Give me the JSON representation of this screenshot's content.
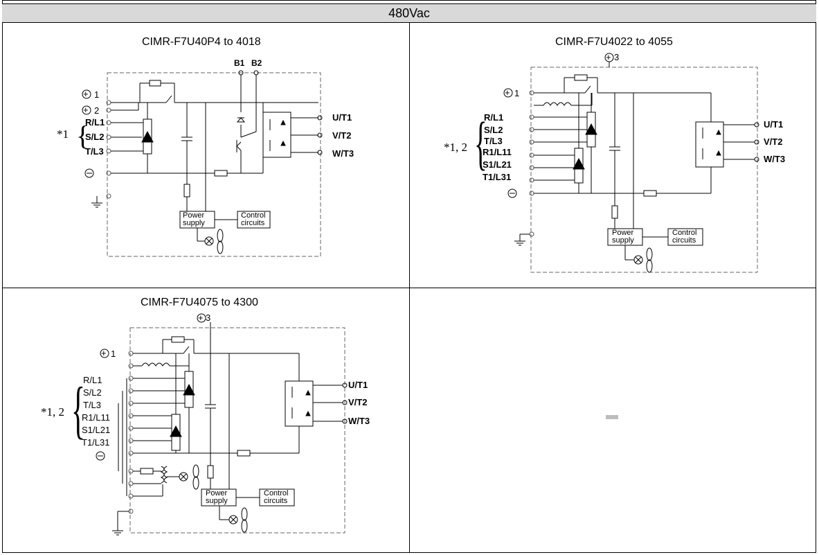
{
  "top_caption": "",
  "header": {
    "label": "480Vac"
  },
  "diagrams": [
    {
      "title": "CIMR-F7U40P4 to 4018",
      "brake_terminals": [
        "B1",
        "B2"
      ],
      "dc_terminals": [
        "1",
        "2"
      ],
      "input_terminals": [
        "R/L1",
        "S/L2",
        "T/L3"
      ],
      "note": "*1",
      "output_terminals": [
        "U/T1",
        "V/T2",
        "W/T3"
      ],
      "power_supply": "Power\nsupply",
      "control_circuits": "Control\ncircuits"
    },
    {
      "title": "CIMR-F7U4022 to 4055",
      "dc_terminals": [
        "1",
        "3"
      ],
      "input_terminals": [
        "R/L1",
        "S/L2",
        "T/L3",
        "R1/L11",
        "S1/L21",
        "T1/L31"
      ],
      "note": "*1, 2",
      "output_terminals": [
        "U/T1",
        "V/T2",
        "W/T3"
      ],
      "power_supply": "Power\nsupply",
      "control_circuits": "Control\ncircuits"
    },
    {
      "title": "CIMR-F7U4075 to 4300",
      "dc_terminals": [
        "1",
        "3"
      ],
      "input_terminals": [
        "R/L1",
        "S/L2",
        "T/L3",
        "R1/L11",
        "S1/L21",
        "T1/L31"
      ],
      "note": "*1, 2",
      "output_terminals": [
        "U/T1",
        "V/T2",
        "W/T3"
      ],
      "power_supply": "Power\nsupply",
      "control_circuits": "Control\ncircuits"
    }
  ],
  "empty_cell": {
    "mark": "—"
  }
}
